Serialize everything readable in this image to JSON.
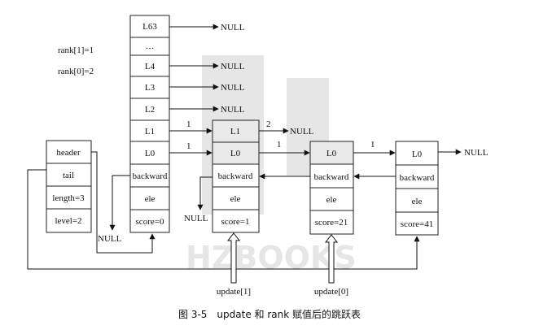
{
  "rank_labels": [
    "rank[1]=1",
    "rank[0]=2"
  ],
  "list_header": [
    "header",
    "tail",
    "length=3",
    "level=2"
  ],
  "header_node": {
    "levels": [
      "L63",
      "…",
      "L4",
      "L3",
      "L2",
      "L1",
      "L0"
    ],
    "backward": "backward",
    "ele": "ele",
    "score": "score=0"
  },
  "node1": {
    "levels": [
      "L1",
      "L0"
    ],
    "backward": "backward",
    "ele": "ele",
    "score": "score=1"
  },
  "node2": {
    "levels": [
      "L0"
    ],
    "backward": "backward",
    "ele": "ele",
    "score": "score=21"
  },
  "node3": {
    "levels": [
      "L0"
    ],
    "backward": "backward",
    "ele": "ele",
    "score": "score=41"
  },
  "null_text": "NULL",
  "spans": {
    "h_l1": "1",
    "h_l0": "1",
    "n1_l1": "2",
    "n1_l0": "1",
    "n2_l0": "1"
  },
  "update_labels": [
    "update[1]",
    "update[0]"
  ],
  "watermark": "HZBOOKS",
  "caption": "图 3-5　update 和 rank 赋值后的跳跃表",
  "colors": {
    "line": "#111111",
    "highlight": "#e9e9e9",
    "watermark": "#d6d6d6"
  }
}
